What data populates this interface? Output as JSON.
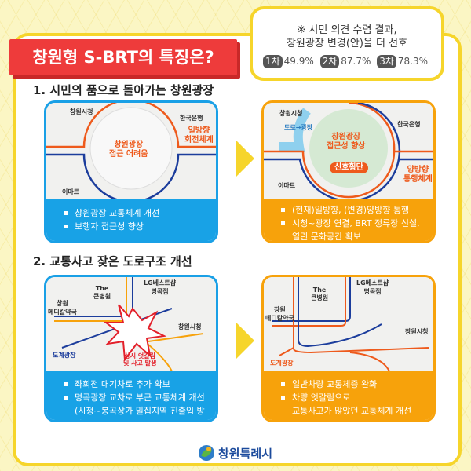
{
  "header": {
    "title": "창원형 S-BRT의 특징은?"
  },
  "survey": {
    "line1": "※ 시민 의견 수렴 결과,",
    "line2": "창원광장 변경(안)을 더 선호",
    "rounds": [
      {
        "label": "1차",
        "value": "49.9%"
      },
      {
        "label": "2차",
        "value": "87.7%"
      },
      {
        "label": "3차",
        "value": "78.3%"
      }
    ]
  },
  "section1": {
    "heading": "1. 시민의 품으로 돌아가는 창원광장",
    "before": {
      "labels": {
        "cityhall": "창원시청",
        "bank": "한국은행",
        "emart": "이마트",
        "center": "창원광장\n접근 어려움",
        "oneway": "일방향\n회전체계"
      },
      "bullets": [
        "창원광장 교통체계 개선",
        "보행자 접근성 향상"
      ]
    },
    "after": {
      "labels": {
        "cityhall": "창원시청",
        "bank": "한국은행",
        "emart": "이마트",
        "road": "도로→광장",
        "center": "창원광장\n접근성 향상",
        "crossing": "신호횡단",
        "twoway": "양방향\n통행체계"
      },
      "bullets": [
        "(현재)일방향, (변경)양방향 통행",
        "시청~광장 연결, BRT 정류장 신설,\n열린 문화공간 확보"
      ]
    }
  },
  "section2": {
    "heading": "2. 교통사고 잦은 도로구조 개선",
    "before": {
      "labels": {
        "hospital": "The\n큰병원",
        "pharmacy": "창원\n메디칼약국",
        "lg": "LG베스트샵\n명곡점",
        "cityhall": "창원시청",
        "dogye": "도계광장",
        "accident": "상시 엇갈림\n및 사고 발생"
      },
      "bullets": [
        "좌회전 대기차로 추가 확보",
        "명곡광장 교차로 부근 교통체계 개선\n(시청~봉곡상가 밀집지역 진출입 방향)"
      ]
    },
    "after": {
      "labels": {
        "hospital": "The\n큰병원",
        "pharmacy": "창원\n메디칼약국",
        "lg": "LG베스트샵\n명곡점",
        "cityhall": "창원시청",
        "dogye": "도계광장"
      },
      "bullets": [
        "일반차량 교통체증 완화",
        "차량 엇갈림으로\n교통사고가 많았던 교통체계 개선"
      ]
    }
  },
  "footer": {
    "logo_text": "창원특례시"
  }
}
